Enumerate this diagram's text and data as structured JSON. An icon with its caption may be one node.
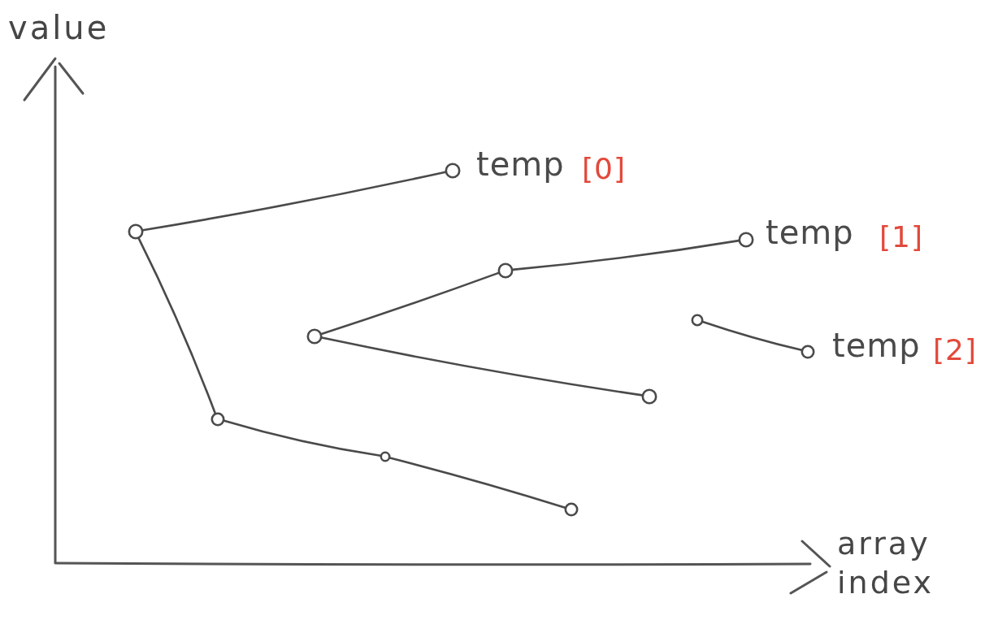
{
  "diagram": {
    "nodes": [
      {
        "text": [],
        "shape": "circle"
      },
      {
        "text": [],
        "shape": "circle"
      },
      {
        "text": [],
        "shape": "circle"
      },
      {
        "text": [],
        "shape": "circle"
      },
      {
        "text": [],
        "shape": "circle",
        "beside": [
          "temp",
          "[0]"
        ]
      },
      {
        "text": [],
        "shape": "circle"
      },
      {
        "text": [],
        "shape": "circle"
      },
      {
        "text": [],
        "shape": "circle"
      },
      {
        "text": [],
        "shape": "circle"
      },
      {
        "text": [],
        "shape": "circle",
        "beside": [
          "temp",
          "[1]"
        ]
      },
      {
        "text": [],
        "shape": "circle",
        "beside": [
          "temp",
          "[2]"
        ]
      }
    ],
    "edges": [
      {
        "from": 0,
        "to": 4,
        "arrow": "none"
      },
      {
        "from": 0,
        "to": 1,
        "arrow": "none"
      },
      {
        "from": 1,
        "to": 3,
        "arrow": "none"
      },
      {
        "from": 3,
        "to": 6,
        "arrow": "none"
      },
      {
        "from": 2,
        "to": 5,
        "arrow": "none"
      },
      {
        "from": 5,
        "to": 9,
        "arrow": "none"
      },
      {
        "from": 2,
        "to": 7,
        "arrow": "none"
      },
      {
        "from": 8,
        "to": 10,
        "arrow": "none"
      }
    ],
    "labels": [
      "value",
      "array index"
    ]
  }
}
